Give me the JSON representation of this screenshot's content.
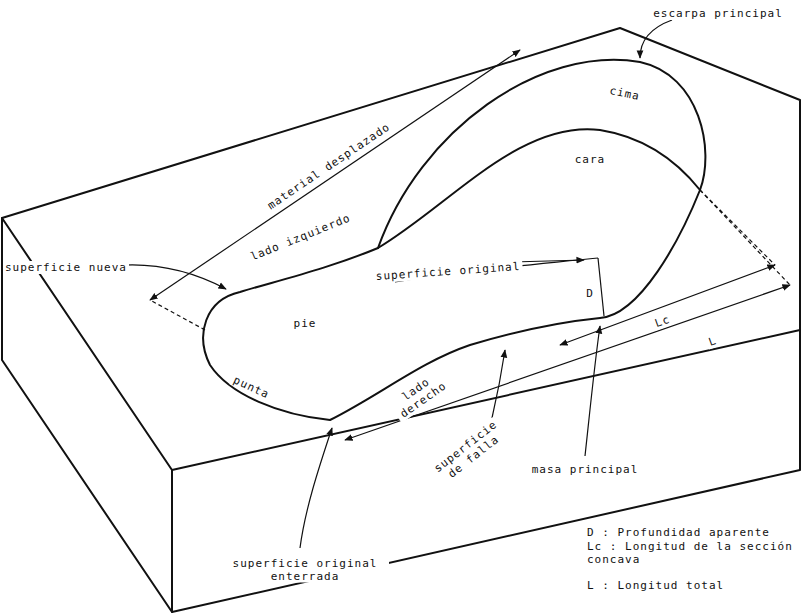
{
  "diagram": {
    "labels": [
      "escarpa principal",
      "cima",
      "material desplazado",
      "lado izquierdo",
      "cara",
      "superficie original",
      "D",
      "pie",
      "Lc",
      "punta",
      "superficie nueva",
      "lado derecho",
      "superficie de falla",
      "masa principal",
      "L",
      "superficie original enterrada",
      "D : Profundidad aparente",
      "Lc : Longitud de la sección concava",
      "L : Longitud total"
    ]
  }
}
